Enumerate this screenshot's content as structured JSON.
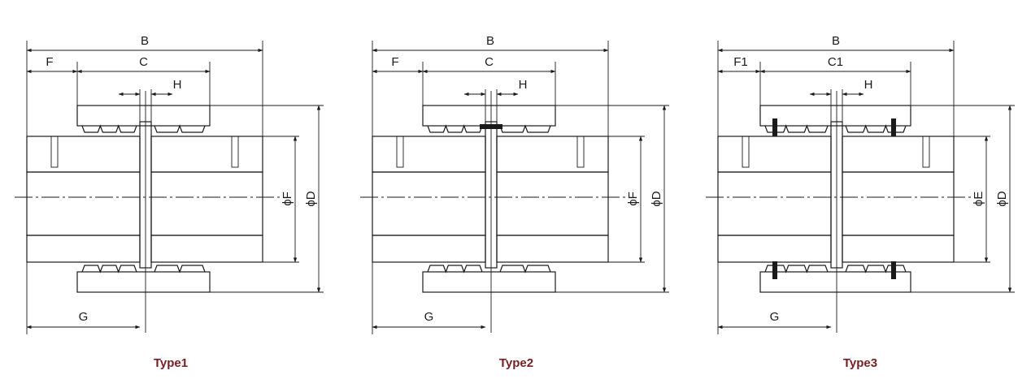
{
  "diagrams": [
    {
      "caption": "Type1",
      "B": "B",
      "F": "F",
      "C": "C",
      "H": "H",
      "G": "G",
      "phiF": "ϕF",
      "phiD": "ϕD",
      "variant": 1
    },
    {
      "caption": "Type2",
      "B": "B",
      "F": "F",
      "C": "C",
      "H": "H",
      "G": "G",
      "phiF": "ϕF",
      "phiD": "ϕD",
      "variant": 2
    },
    {
      "caption": "Type3",
      "B": "B",
      "F": "F1",
      "C": "C1",
      "H": "H",
      "G": "G",
      "phiF": "ϕE",
      "phiD": "ϕD",
      "variant": 3
    }
  ],
  "colors": {
    "line": "#1a1a1a",
    "caption": "#7a1f1f",
    "background": "#ffffff"
  }
}
